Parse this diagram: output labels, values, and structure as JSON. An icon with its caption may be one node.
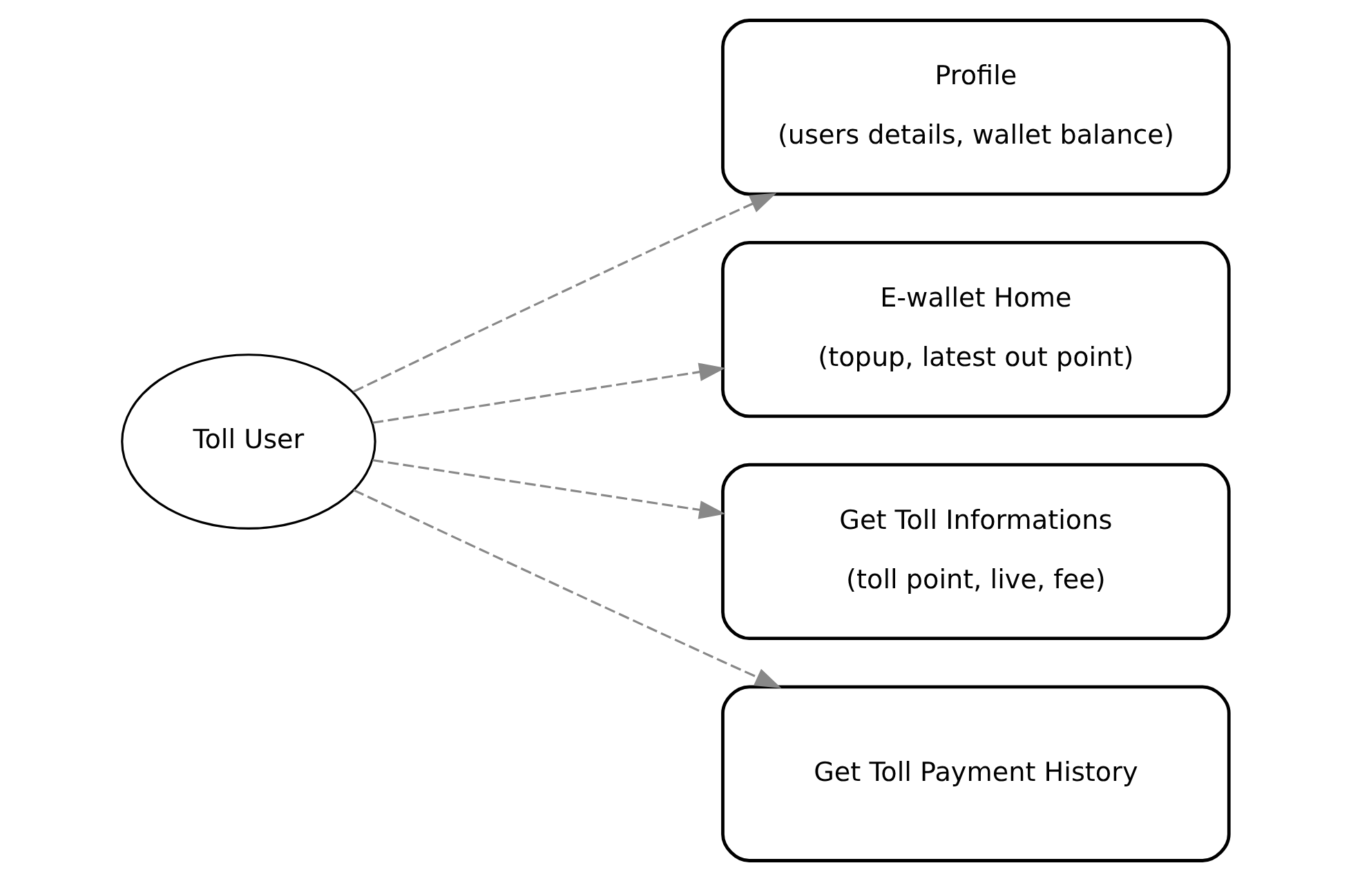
{
  "diagram": {
    "nodes": [
      {
        "text": [
          "Toll User"
        ]
      },
      {
        "text": [
          "Profile",
          "(users details, wallet balance)"
        ]
      },
      {
        "text": [
          "E-wallet Home",
          "(topup, latest out point)"
        ]
      },
      {
        "text": [
          "Get Toll Informations",
          "(toll point, live, fee)"
        ]
      },
      {
        "text": [
          "Get Toll Payment History"
        ]
      }
    ],
    "edges": [
      {
        "from": 0,
        "to": 1,
        "arrow": "to",
        "style": "dashed"
      },
      {
        "from": 0,
        "to": 2,
        "arrow": "to",
        "style": "dashed"
      },
      {
        "from": 0,
        "to": 3,
        "arrow": "to",
        "style": "dashed"
      },
      {
        "from": 0,
        "to": 4,
        "arrow": "to",
        "style": "dashed"
      }
    ]
  }
}
